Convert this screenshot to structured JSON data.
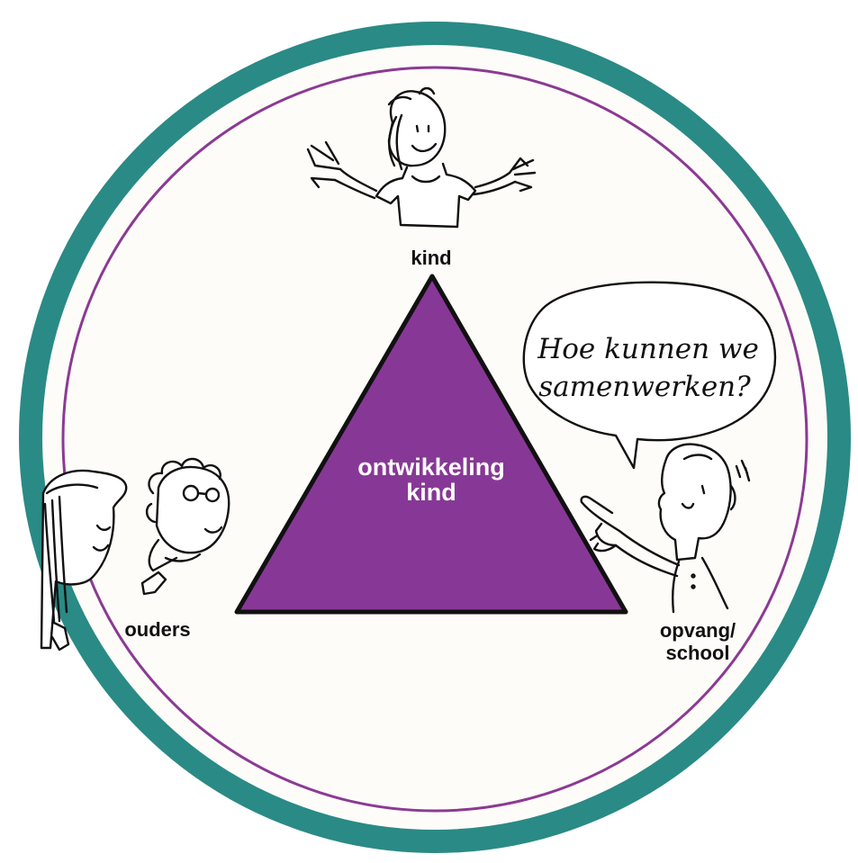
{
  "diagram": {
    "top_label": "kind",
    "left_label": "ouders",
    "right_label_line1": "opvang/",
    "right_label_line2": "school",
    "center_line1": "ontwikkeling",
    "center_line2": "kind",
    "speech_line1": "Hoe kunnen we",
    "speech_line2": "samenwerken?"
  },
  "colors": {
    "outer_ring": "#2a8a85",
    "inner_ring": "#8b3a93",
    "triangle_fill": "#873896",
    "background_disc": "#fdfcf9"
  }
}
